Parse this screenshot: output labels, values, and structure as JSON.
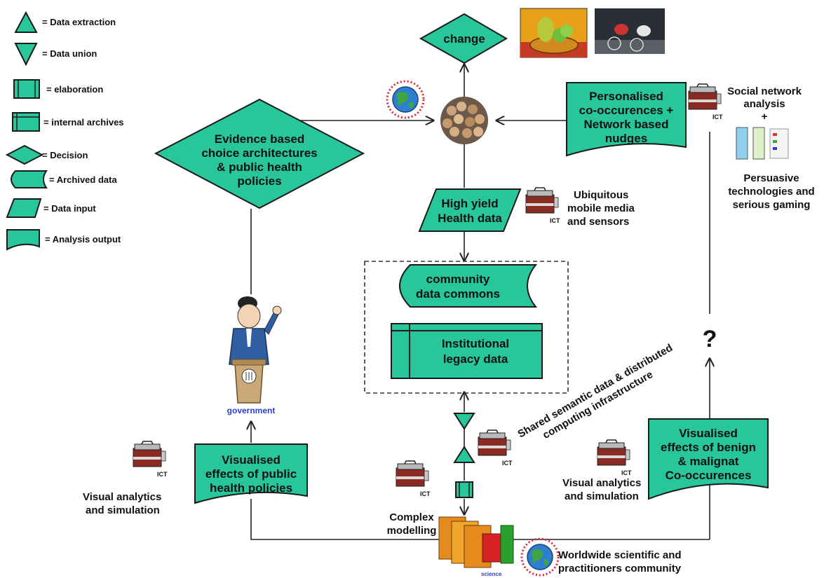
{
  "legend": [
    {
      "symbol": "triangle-up",
      "label": "= Data extraction"
    },
    {
      "symbol": "triangle-down",
      "label": "= Data union"
    },
    {
      "symbol": "elaboration",
      "label": "= elaboration"
    },
    {
      "symbol": "internal-archives",
      "label": "= internal archives"
    },
    {
      "symbol": "diamond",
      "label": "= Decision"
    },
    {
      "symbol": "archived-data",
      "label": "= Archived data"
    },
    {
      "symbol": "data-input",
      "label": "= Data input"
    },
    {
      "symbol": "analysis-output",
      "label": "= Analysis output"
    }
  ],
  "nodes": {
    "change": "change",
    "evidence": [
      "Evidence based",
      "choice architectures",
      "& public health",
      "policies"
    ],
    "personalised": [
      "Personalised",
      "co-occurences +",
      "Network based",
      "nudges"
    ],
    "high_yield": [
      "High yield",
      "Health data"
    ],
    "community": [
      "community",
      "data commons"
    ],
    "institutional": [
      "Institutional",
      "legacy data"
    ],
    "vis_policies": [
      "Visualised",
      "effects of public",
      "health policies"
    ],
    "vis_benign": [
      "Visualised",
      "effects of benign",
      "& malignat",
      "Co-occurences"
    ],
    "question": "?"
  },
  "captions": {
    "social": [
      "Social network",
      "analysis",
      "+"
    ],
    "persuasive": [
      "Persuasive",
      "technologies and",
      "serious gaming"
    ],
    "ubiquitous": [
      "Ubiquitous",
      "mobile media",
      "and sensors"
    ],
    "shared": [
      "Shared semantic data & distributed",
      "computing infrastructure"
    ],
    "government": "government",
    "visual_left": [
      "Visual analytics",
      "and simulation"
    ],
    "visual_right": [
      "Visual analytics",
      "and simulation"
    ],
    "complex": [
      "Complex",
      "modelling"
    ],
    "worldwide": [
      "Worldwide scientific and",
      "practitioners community"
    ],
    "ict": "ICT",
    "science": "science"
  },
  "colors": {
    "shape_fill": "#27c79b",
    "government": "#2b3fcf"
  }
}
